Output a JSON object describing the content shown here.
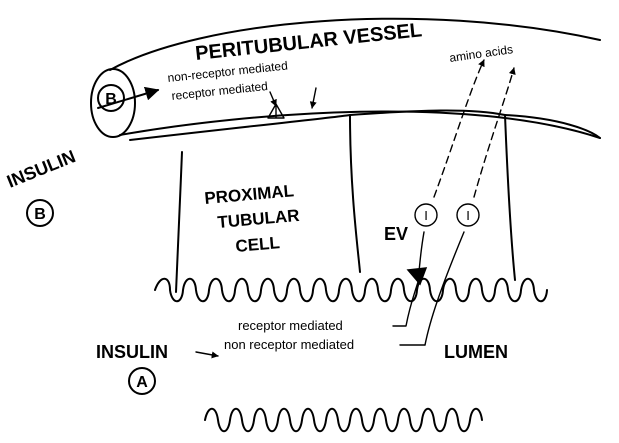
{
  "labels": {
    "peritubular_vessel": "PERITUBULAR VESSEL",
    "non_receptor_mediated_top": "non-receptor mediated",
    "receptor_mediated_top": "receptor mediated",
    "amino_acids": "amino acids",
    "insulin_b": "INSULIN",
    "route_b": "B",
    "vessel_route_b": "B",
    "proximal": "PROXIMAL",
    "tubular": "TUBULAR",
    "cell": "CELL",
    "ev": "EV",
    "vesicle_mark_1": "I",
    "vesicle_mark_2": "I",
    "insulin_a": "INSULIN",
    "route_a": "A",
    "receptor_mediated_bottom": "receptor mediated",
    "non_receptor_mediated_bottom": "non receptor mediated",
    "lumen": "LUMEN"
  }
}
